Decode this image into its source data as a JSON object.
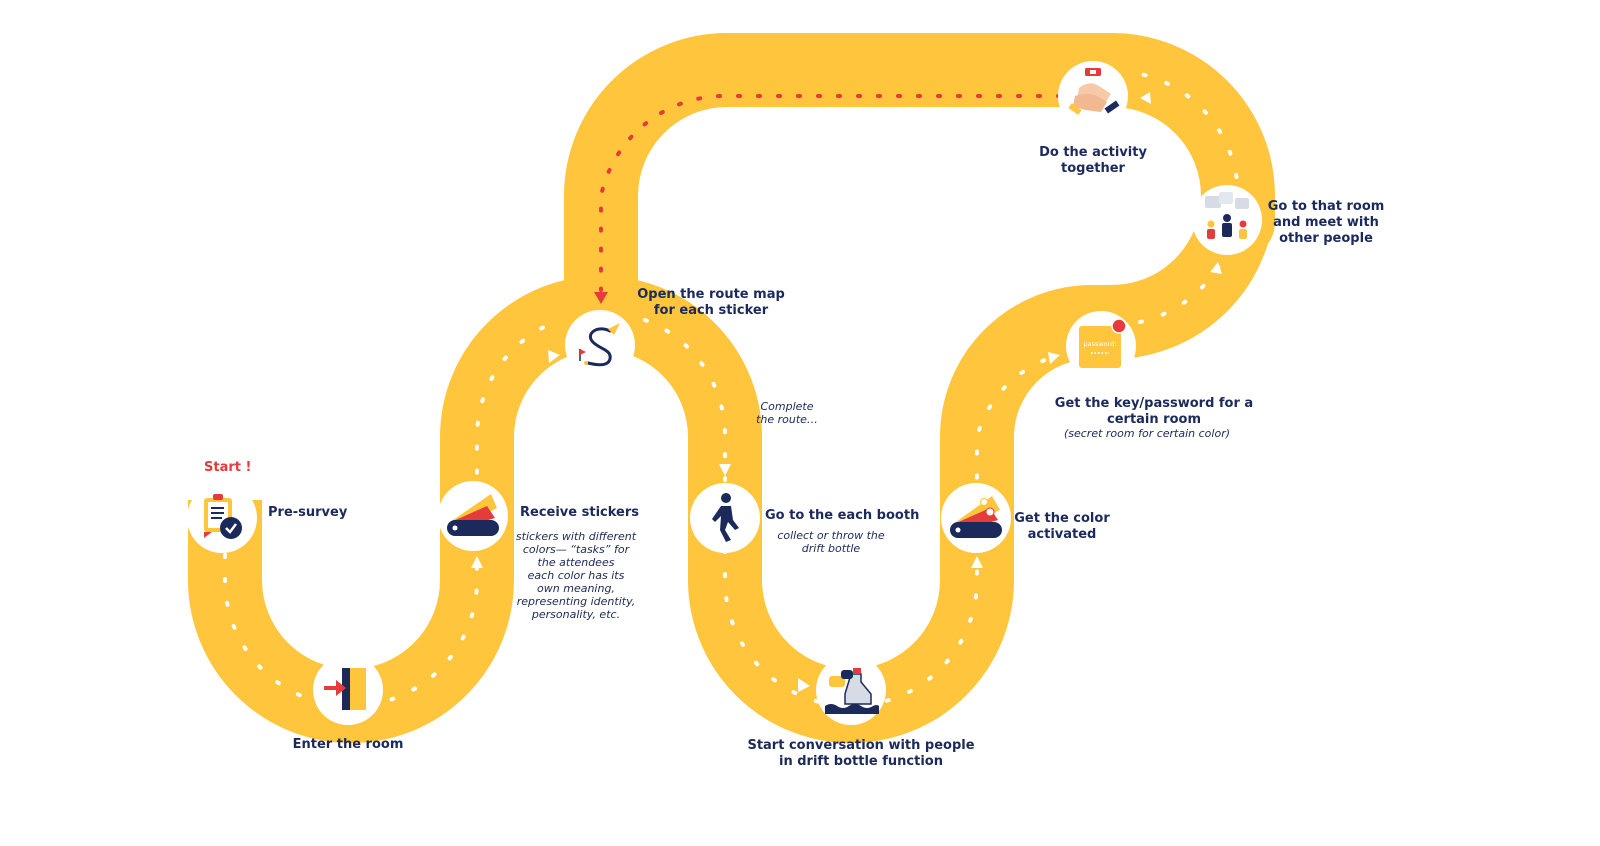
{
  "colors": {
    "road": "#FFC53D",
    "road_dash": "#ffffff",
    "dash_red": "#E63B3B",
    "navy": "#1B2A5A",
    "accent_red": "#E63B3B",
    "text": "#1B2A5A"
  },
  "start_label": "Start !",
  "steps": [
    {
      "id": "pre-survey",
      "icon": "clipboard-check-icon",
      "label": "Pre-survey"
    },
    {
      "id": "enter-room",
      "icon": "door-enter-icon",
      "label": "Enter the room"
    },
    {
      "id": "receive-stickers",
      "icon": "sticker-swatch-icon",
      "label": "Receive stickers",
      "note": [
        "stickers with different",
        "colors— “tasks” for",
        "the attendees",
        "each color has its",
        "own meaning,",
        "representing identity,",
        "personality, etc."
      ]
    },
    {
      "id": "open-route-map",
      "icon": "route-map-icon",
      "label": [
        "Open the route map",
        "for each sticker"
      ]
    },
    {
      "id": "go-to-booth",
      "icon": "walking-person-icon",
      "label": "Go to the each booth",
      "note": [
        "collect or throw the",
        "drift bottle"
      ]
    },
    {
      "id": "start-conversation",
      "icon": "drift-bottle-chat-icon",
      "label": [
        "Start conversation with people",
        "in drift bottle function"
      ]
    },
    {
      "id": "color-activated",
      "icon": "sticker-swatch-check-icon",
      "label": [
        "Get the color",
        "activated"
      ]
    },
    {
      "id": "get-key",
      "icon": "password-card-icon",
      "label": [
        "Get the key/password for a",
        "certain room"
      ],
      "note": [
        "(secret room for certain color)"
      ],
      "icon_text": "password:"
    },
    {
      "id": "meet-people",
      "icon": "people-meeting-icon",
      "label": [
        "Go to that room",
        "and meet with",
        "other people"
      ]
    },
    {
      "id": "do-activity",
      "icon": "hands-together-icon",
      "label": [
        "Do the activity",
        "together"
      ]
    }
  ],
  "complete_route_note": [
    "Complete",
    "the route…"
  ]
}
